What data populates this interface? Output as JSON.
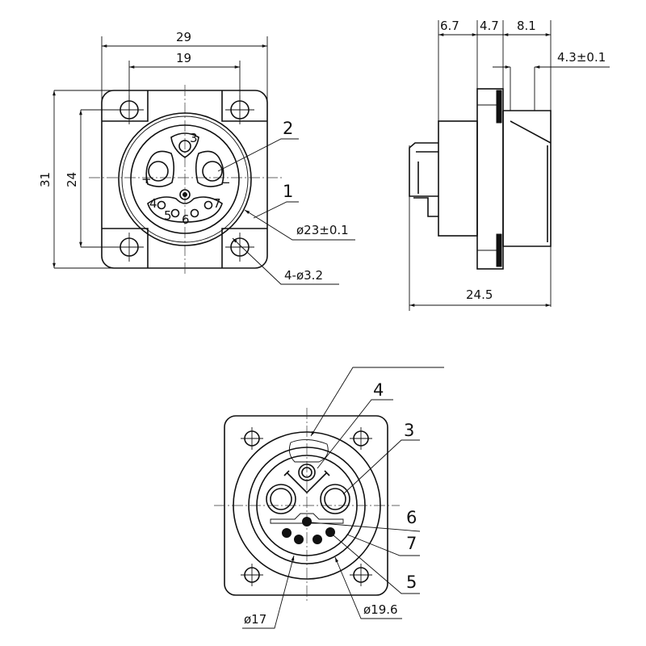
{
  "front_view": {
    "dims": {
      "width_outer": "29",
      "width_holes": "19",
      "height_outer": "31",
      "height_holes": "24"
    },
    "callouts": {
      "item2": "2",
      "item1": "1",
      "diameter": "ø23±0.1",
      "holes": "4-ø3.2"
    },
    "pin_labels": [
      "3",
      "4",
      "5",
      "6",
      "7",
      "+",
      "−"
    ]
  },
  "side_view": {
    "dims": {
      "d1": "6.7",
      "d2": "4.7",
      "d3": "8.1",
      "d4": "4.3±0.1",
      "total": "24.5"
    }
  },
  "rear_view": {
    "callouts": {
      "item4": "4",
      "item3": "3",
      "item6": "6",
      "item7": "7",
      "item5": "5",
      "dia17": "ø17",
      "dia19": "ø19.6"
    }
  }
}
